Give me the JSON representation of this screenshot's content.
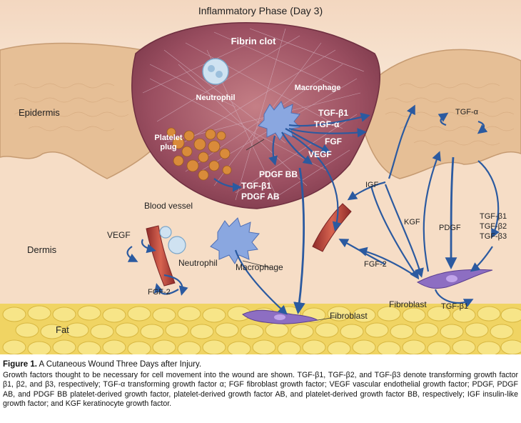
{
  "title": "Inflammatory Phase (Day 3)",
  "regions": {
    "epidermis": "Epidermis",
    "dermis": "Dermis",
    "fat": "Fat"
  },
  "clot": {
    "fibrin": "Fibrin clot",
    "neutrophil": "Neutrophil",
    "macrophage": "Macrophage",
    "platelet_line1": "Platelet",
    "platelet_line2": "plug"
  },
  "factors": {
    "tgfb1_clot": "TGF-β1",
    "tgfa_clot": "TGF-α",
    "fgf_clot": "FGF",
    "vegf_clot": "VEGF",
    "pdgfbb": "PDGF BB",
    "platelet_tgfb1": "TGF-β1",
    "platelet_pdgfab": "PDGF AB",
    "tgfa_epi": "TGF-α",
    "igf": "IGF",
    "kgf": "KGF",
    "pdgf": "PDGF",
    "tgfb1_right": "TGF-β1",
    "tgfb2_right": "TGF-β2",
    "tgfb3_right": "TGF-β3",
    "fgf2_right": "FGF-2",
    "tgfb1_fibro": "TGF-β1",
    "vegf_left": "VEGF",
    "fgf2_left": "FGF-2"
  },
  "cells": {
    "blood_vessel": "Blood vessel",
    "neutrophil_dermis": "Neutrophil",
    "macrophage_dermis": "Macrophage",
    "fibroblast_right": "Fibroblast",
    "fibroblast_bottom": "Fibroblast"
  },
  "caption": {
    "figure_label": "Figure 1.",
    "figure_title": " A Cutaneous Wound Three Days after Injury.",
    "body": "Growth factors thought to be necessary for cell movement into the wound are shown. TGF-β1, TGF-β2, and TGF-β3 denote transforming growth factor β1, β2, and β3, respectively; TGF-α transforming growth factor α; FGF fibroblast growth factor; VEGF vascular endothelial growth factor; PDGF, PDGF AB, and PDGF BB platelet-derived growth factor, platelet-derived growth factor AB, and platelet-derived growth factor BB, respectively; IGF insulin-like growth factor; and KGF keratinocyte growth factor."
  },
  "colors": {
    "background": "#f6ddc6",
    "epidermis": "#e6bf96",
    "clot": "#9b4f61",
    "fat": "#f3dc6a",
    "arrow_blue": "#2b5aa0",
    "vessel": "#b9403a",
    "fibroblast": "#8d6ec2"
  }
}
